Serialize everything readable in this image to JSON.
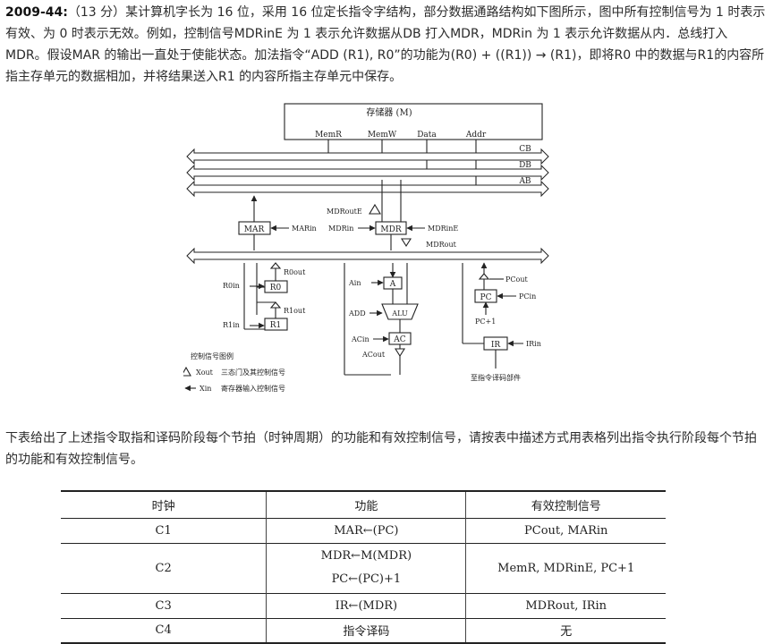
{
  "question": {
    "id": "2009-44:",
    "body": "（13 分）某计算机字长为 16 位，采用 16 位定长指令字结构，部分数据通路结构如下图所示，图中所有控制信号为 1 时表示有效、为 0 时表示无效。例如，控制信号MDRinE 为 1 表示允许数据从DB 打入MDR，MDRin 为 1 表示允许数据从内．总线打入MDR。假设MAR 的输出一直处于使能状态。加法指令“ADD (R1), R0”的功能为(R0) + ((R1)) → (R1)，即将R0 中的数据与R1的内容所指主存单元的数据相加，并将结果送入R1 的内容所指主存单元中保存。"
  },
  "figure": {
    "memory_title": "存储器 (M)",
    "memory_ports": [
      "MemR",
      "MemW",
      "Data",
      "Addr"
    ],
    "buses": [
      "CB",
      "DB",
      "AB"
    ],
    "registers": {
      "mar": "MAR",
      "mdr": "MDR",
      "r0": "R0",
      "r1": "R1",
      "a": "A",
      "alu": "ALU",
      "ac": "AC",
      "pc": "PC",
      "ir": "IR"
    },
    "signals": {
      "marin": "MARin",
      "mdroute": "MDRoutE",
      "mdrin": "MDRin",
      "mdrine": "MDRinE",
      "mdrout": "MDRout",
      "r0out": "R0out",
      "r0in": "R0in",
      "r1out": "R1out",
      "r1in": "R1in",
      "ain": "Ain",
      "add": "ADD",
      "acin": "ACin",
      "acout": "ACout",
      "pcout": "PCout",
      "pcin": "PCin",
      "pc_inc": "PC+1",
      "irin": "IRin"
    },
    "to_decoder": "至指令译码部件",
    "legend": {
      "title": "控制信号图例",
      "row1_name": "Xout",
      "row1_desc": "三态门及其控制信号",
      "row2_name": "Xin",
      "row2_desc": "寄存器输入控制信号"
    }
  },
  "instruction": "下表给出了上述指令取指和译码阶段每个节拍（时钟周期）的功能和有效控制信号，请按表中描述方式用表格列出指令执行阶段每个节拍的功能和有效控制信号。",
  "table": {
    "headers": [
      "时钟",
      "功能",
      "有效控制信号"
    ],
    "rows": [
      {
        "clock": "C1",
        "func1": "MAR←(PC)",
        "func2": "",
        "signals": "PCout, MARin"
      },
      {
        "clock": "C2",
        "func1": "MDR←M(MDR)",
        "func2": "PC←(PC)+1",
        "signals": "MemR, MDRinE, PC+1"
      },
      {
        "clock": "C3",
        "func1": "IR←(MDR)",
        "func2": "",
        "signals": "MDRout, IRin"
      },
      {
        "clock": "C4",
        "func1": "指令译码",
        "func2": "",
        "signals": "无"
      }
    ]
  }
}
